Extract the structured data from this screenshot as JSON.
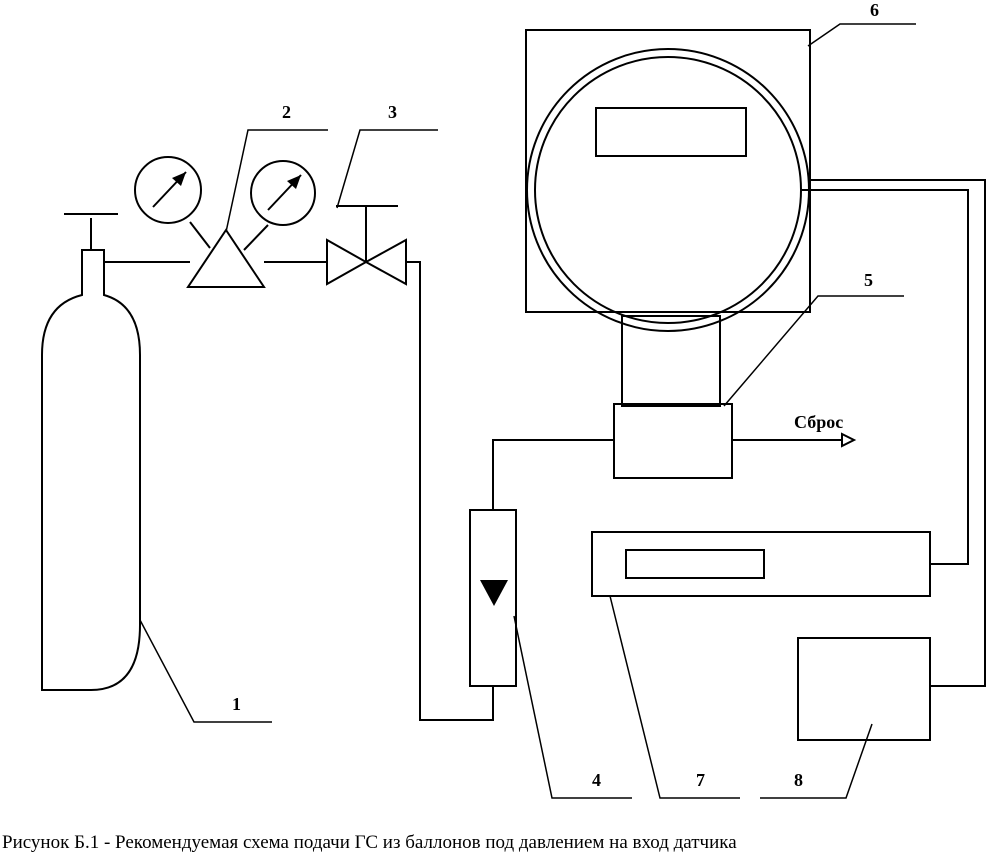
{
  "labels": {
    "n1": "1",
    "n2": "2",
    "n3": "3",
    "n4": "4",
    "n5": "5",
    "n6": "6",
    "n7": "7",
    "n8": "8",
    "vent": "Сброс"
  },
  "caption": "Рисунок Б.1 - Рекомендуемая схема подачи ГС из баллонов под давлением на вход датчика"
}
